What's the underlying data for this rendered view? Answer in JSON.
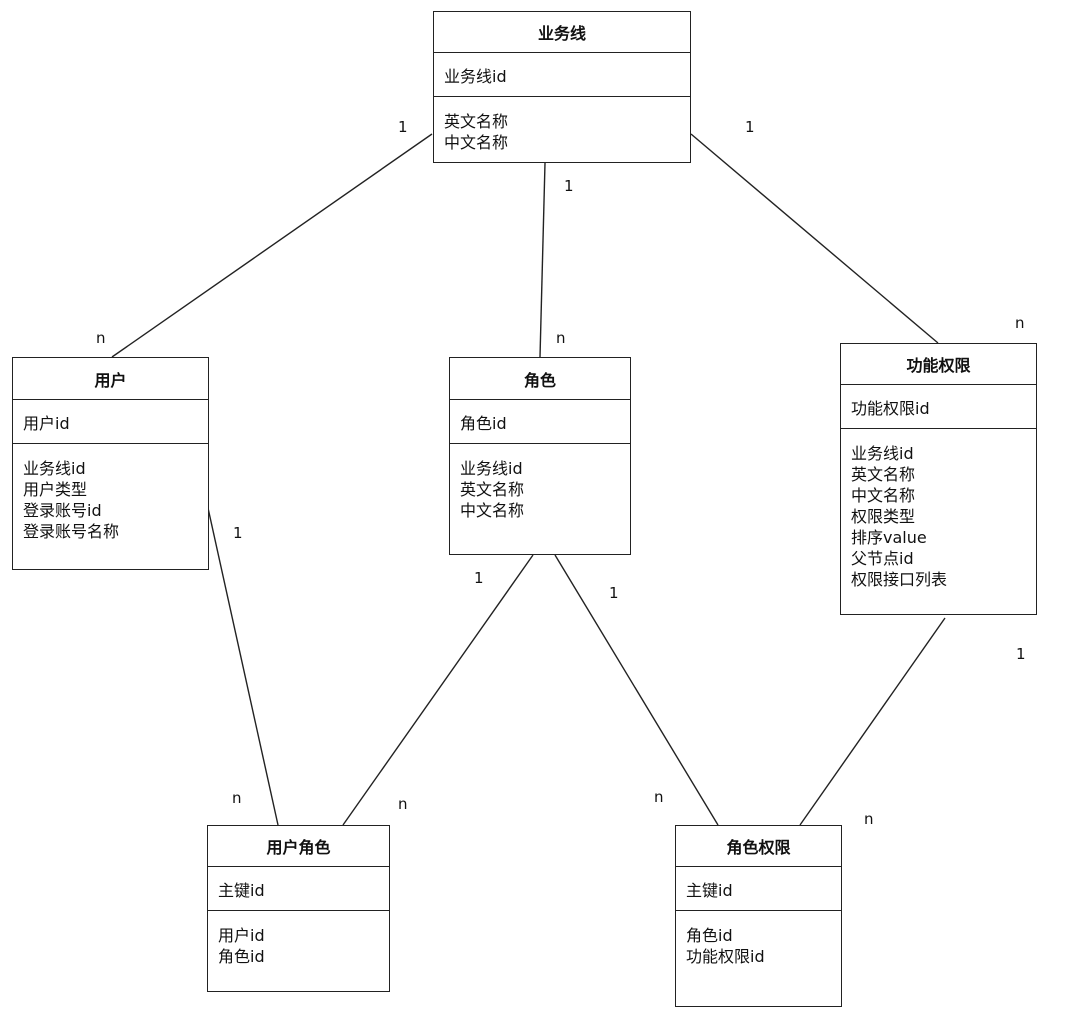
{
  "classes": {
    "business_line": {
      "title": "业务线",
      "key": "业务线id",
      "attrs": [
        "英文名称",
        "中文名称"
      ]
    },
    "user": {
      "title": "用户",
      "key": "用户id",
      "attrs": [
        "业务线id",
        "用户类型",
        "登录账号id",
        "登录账号名称"
      ]
    },
    "role": {
      "title": "角色",
      "key": "角色id",
      "attrs": [
        "业务线id",
        "英文名称",
        "中文名称"
      ]
    },
    "permission": {
      "title": "功能权限",
      "key": "功能权限id",
      "attrs": [
        "业务线id",
        "英文名称",
        "中文名称",
        "权限类型",
        "排序value",
        "父节点id",
        "权限接口列表"
      ]
    },
    "user_role": {
      "title": "用户角色",
      "key": "主键id",
      "attrs": [
        "用户id",
        "角色id"
      ]
    },
    "role_permission": {
      "title": "角色权限",
      "key": "主键id",
      "attrs": [
        "角色id",
        "功能权限id"
      ]
    }
  },
  "multiplicities": {
    "bl_user_one": "1",
    "bl_user_many": "n",
    "bl_role_one": "1",
    "bl_role_many": "n",
    "bl_perm_one": "1",
    "bl_perm_many": "n",
    "user_ur_one": "1",
    "user_ur_many": "n",
    "role_ur_one": "1",
    "role_ur_many": "n",
    "role_rp_one": "1",
    "role_rp_many": "n",
    "perm_rp_one": "1",
    "perm_rp_many": "n"
  }
}
